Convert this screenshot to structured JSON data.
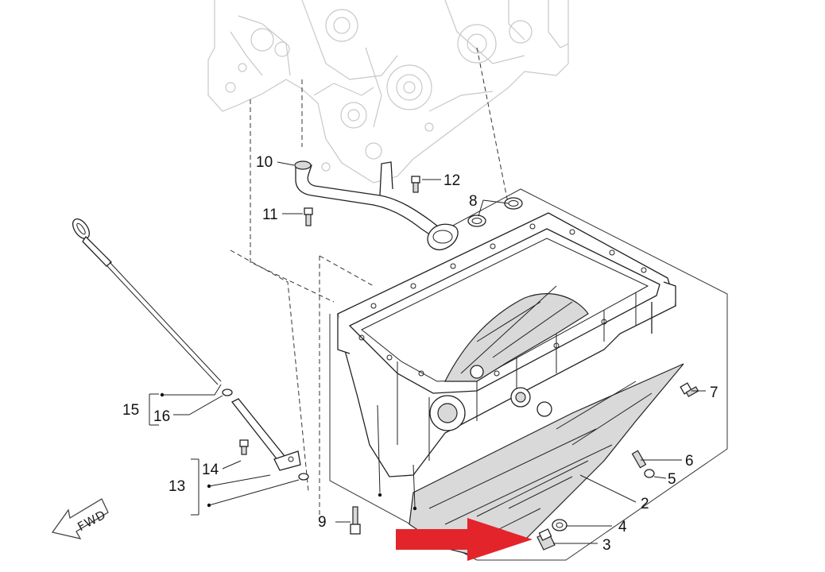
{
  "diagram": {
    "callouts": {
      "c10": "10",
      "c11": "11",
      "c12": "12",
      "c8": "8",
      "c7": "7",
      "c6": "6",
      "c5": "5",
      "c2": "2",
      "c4": "4",
      "c3": "3",
      "c9": "9",
      "c15": "15",
      "c16": "16",
      "c14": "14",
      "c13": "13"
    },
    "fwd_label": "FWD",
    "highlight_arrow_color": "#e3242b"
  }
}
